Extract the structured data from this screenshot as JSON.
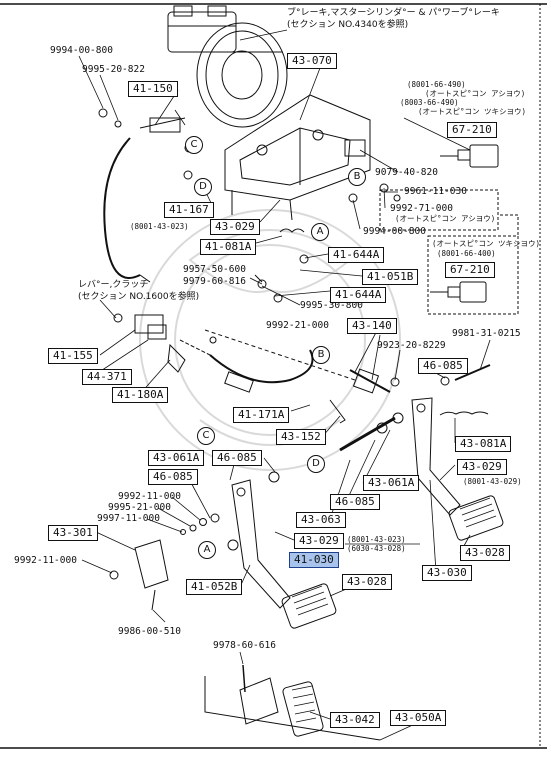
{
  "header_note": {
    "line1": "ブ°レーキ,マスターシリンダ°ー & パ°ワーブ°レーキ",
    "line2": "(セクション NO.4340を参照)"
  },
  "lever_note": {
    "line1": "レバ°ー,クラッチ",
    "line2": "(セクション NO.1600を参照)"
  },
  "boxes": {
    "b43_070": "43-070",
    "b41_150": "41-150",
    "b67_210a": "67-210",
    "b41_167": "41-167",
    "b43_029a": "43-029",
    "b41_081a": "41-081A",
    "b41_644a1": "41-644A",
    "b41_051b": "41-051B",
    "b41_644a2": "41-644A",
    "b67_210b": "67-210",
    "b43_140": "43-140",
    "b41_155": "41-155",
    "b44_371": "44-371",
    "b41_180a": "41-180A",
    "b46_085a": "46-085",
    "b41_171a": "41-171A",
    "b43_152": "43-152",
    "b43_081a": "43-081A",
    "b43_061a1": "43-061A",
    "b46_085b": "46-085",
    "b46_085c": "46-085",
    "b43_029b": "43-029",
    "b43_061a2": "43-061A",
    "b46_085d": "46-085",
    "b43_063": "43-063",
    "b43_301": "43-301",
    "b43_029c": "43-029",
    "b41_030": "41-030",
    "b43_028a": "43-028",
    "b41_052b": "41-052B",
    "b43_028b": "43-028",
    "b43_030": "43-030",
    "b43_042": "43-042",
    "b43_050a": "43-050A"
  },
  "parts": {
    "p9994_00_800a": "9994-00-800",
    "p9995_20_822": "9995-20-822",
    "p8001_66_490": "(8001-66-490)",
    "p8001_66_490_note": "(オートスピ°コン アシヨウ)",
    "p8003_66_490": "(8003-66-490)",
    "p8003_66_490_note": "(オートスピ°コン ツキシヨウ)",
    "p9079_40_820": "9079-40-820",
    "p9961_11_030": "9961-11-030",
    "p9992_71_000": "9992-71-000",
    "p9992_71_000_note": "(オートスピ°コン アシヨウ)",
    "p9994_00_800b": "9994-00-800",
    "p8001_43_023": "(8001-43-023)",
    "p9957_50_600": "9957-50-600",
    "p9979_60_816": "9979-60-816",
    "p9995_30_800": "9995-30-800",
    "p8001_66_400_note": "(オートスピ°コン ツキシヨウ)",
    "p8001_66_400": "(8001-66-400)",
    "p9992_21_000a": "9992-21-000",
    "p9923_20_8229": "9923-20-8229",
    "p9981_31_0215": "9981-31-0215",
    "p8001_43_029": "(8001-43-029)",
    "p9992_11_000a": "9992-11-000",
    "p9995_21_000": "9995-21-000",
    "p9997_11_000": "9997-11-000",
    "p9992_11_000b": "9992-11-000",
    "p8001_43_023b": "(8001-43-023)",
    "p6030_43_028": "(6030-43-028)",
    "p9986_00_510": "9986-00-510",
    "p9978_60_616": "9978-60-616"
  },
  "circle_refs": {
    "c1": "C",
    "d1": "D",
    "b1": "B",
    "a1": "A",
    "b2": "B",
    "d2": "D",
    "c2": "C",
    "a2": "A"
  },
  "highlight_color": "#a8c4ec"
}
